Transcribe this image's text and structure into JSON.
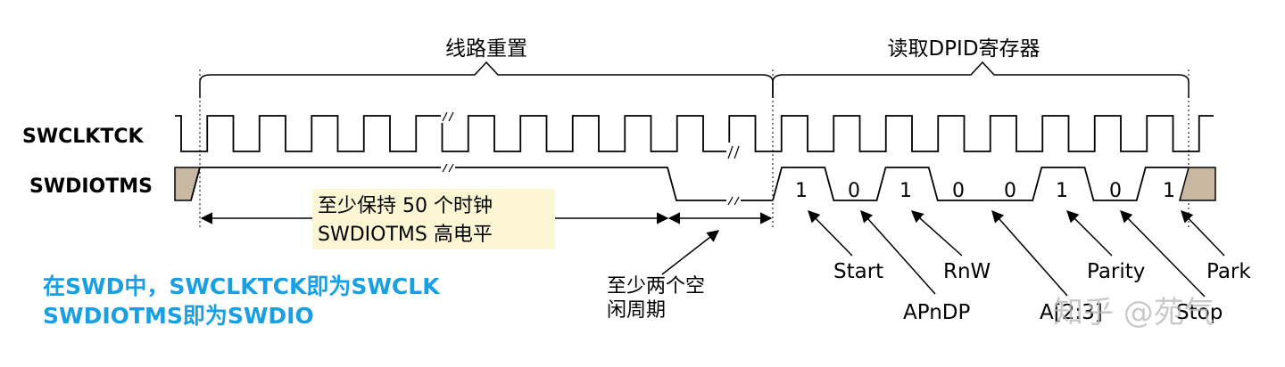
{
  "signals": {
    "clk": "SWCLKTCK",
    "dio": "SWDIOTMS"
  },
  "braces": {
    "line_reset": "线路重置",
    "read_dpid": "读取DPID寄存器"
  },
  "notes": {
    "high_line1": "至少保持 50 个时钟",
    "high_line2": "SWDIOTMS 高电平",
    "idle_line1": "至少两个空",
    "idle_line2": "闲周期"
  },
  "bits": [
    "1",
    "0",
    "1",
    "0",
    "0",
    "1",
    "0",
    "1"
  ],
  "fields": {
    "start": "Start",
    "apndp": "APnDP",
    "rnw": "RnW",
    "addr": "A[2:3]",
    "parity": "Parity",
    "stop": "Stop",
    "park": "Park"
  },
  "caption": {
    "line1": "在SWD中，SWCLKTCK即为SWCLK",
    "line2": "SWDIOTMS即为SWDIO"
  },
  "watermark": "知乎 @苑气",
  "colors": {
    "caption": "#19a0e3",
    "note_bg": "#fdf6d5",
    "hatched_fill": "#c8b8a2"
  }
}
